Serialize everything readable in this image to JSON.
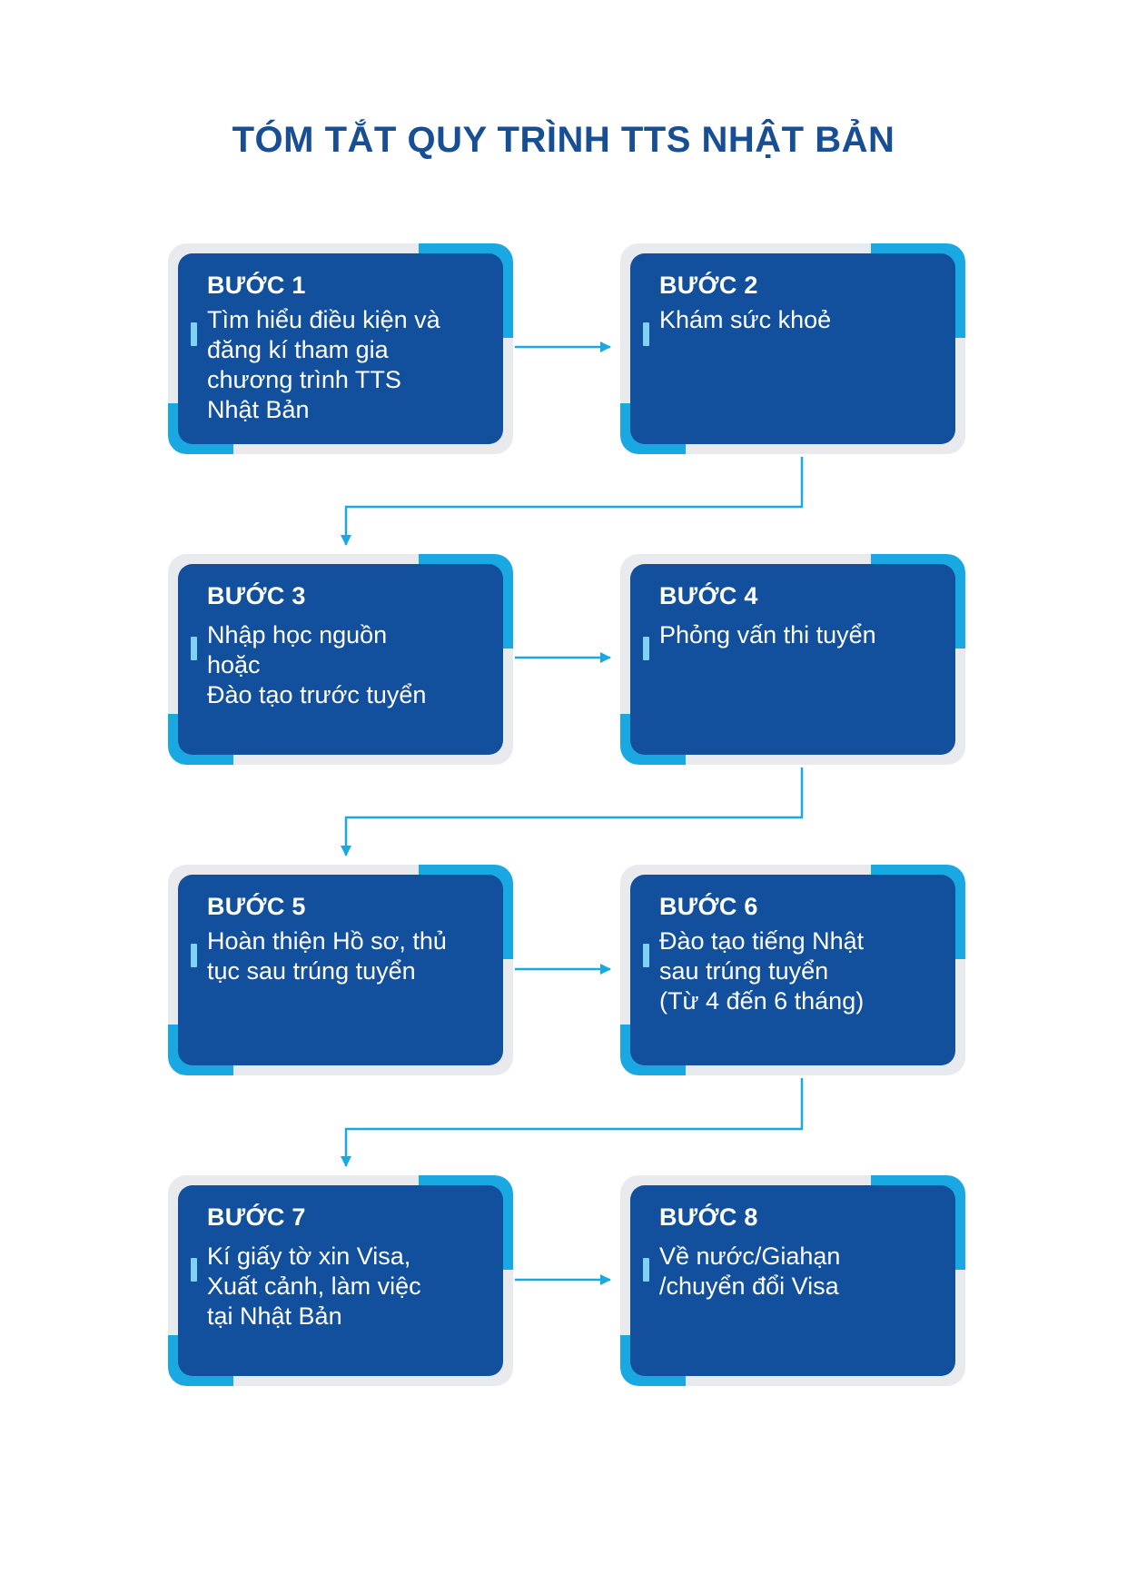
{
  "title": "TÓM TẮT QUY TRÌNH TTS NHẬT BẢN",
  "colors": {
    "title": "#174e94",
    "card_fill": "#124f9c",
    "card_frame": "#e8eaee",
    "accent": "#1aa8e2",
    "arrow": "#1aa8e2",
    "bar": "#7fd2f3"
  },
  "steps": [
    {
      "label": "BƯỚC 1",
      "text": "Tìm hiểu điều kiện và\nđăng kí tham gia\nchương trình TTS\nNhật Bản"
    },
    {
      "label": "BƯỚC 2",
      "text": "Khám sức khoẻ"
    },
    {
      "label": "BƯỚC 3",
      "text": "Nhập học nguồn\nhoặc\nĐào tạo trước tuyển"
    },
    {
      "label": "BƯỚC 4",
      "text": "Phỏng vấn thi tuyển"
    },
    {
      "label": "BƯỚC 5",
      "text": "Hoàn thiện Hồ sơ, thủ\ntục sau trúng tuyển"
    },
    {
      "label": "BƯỚC 6",
      "text": "Đào tạo tiếng Nhật\nsau trúng tuyển\n(Từ 4 đến 6 tháng)"
    },
    {
      "label": "BƯỚC 7",
      "text": "Kí giấy tờ xin Visa,\nXuất cảnh, làm việc\ntại Nhật Bản"
    },
    {
      "label": "BƯỚC 8",
      "text": "Về nước/Giahạn\n/chuyển đổi Visa"
    }
  ]
}
